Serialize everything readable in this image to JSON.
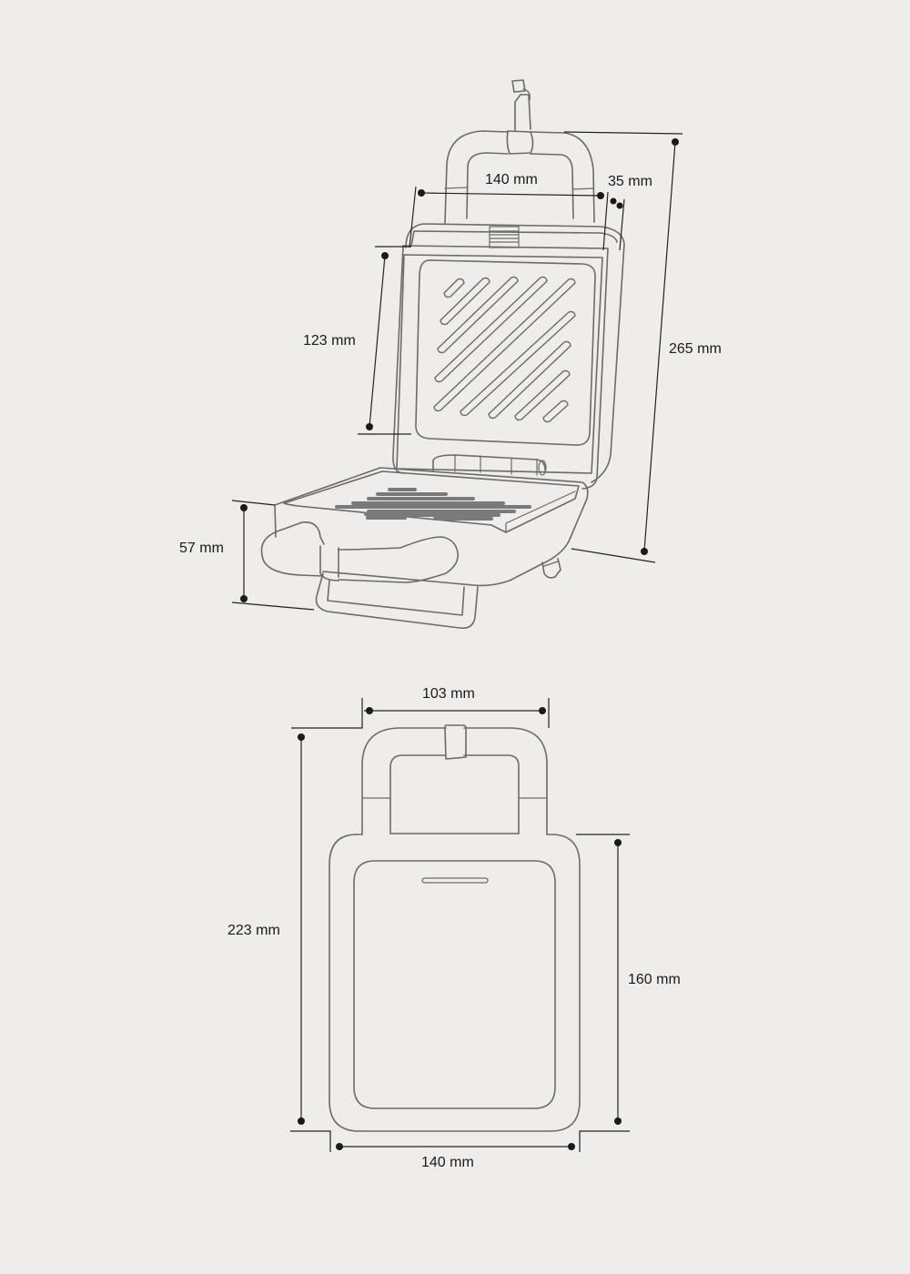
{
  "diagram": {
    "title": "Sandwich maker dimensions",
    "views": [
      {
        "name": "perspective-open-view",
        "dimensions": {
          "plate_width": "140 mm",
          "lid_thickness": "35 mm",
          "plate_depth": "123 mm",
          "total_height_open": "265 mm",
          "base_height": "57 mm"
        }
      },
      {
        "name": "top-view",
        "dimensions": {
          "handle_width": "103 mm",
          "total_length": "223 mm",
          "body_length": "160 mm",
          "body_width": "140 mm"
        }
      }
    ],
    "colors": {
      "background": "#eeedeb",
      "line": "#6b6b6b",
      "dimension_line": "#222222",
      "text": "#1a1a1a"
    }
  }
}
